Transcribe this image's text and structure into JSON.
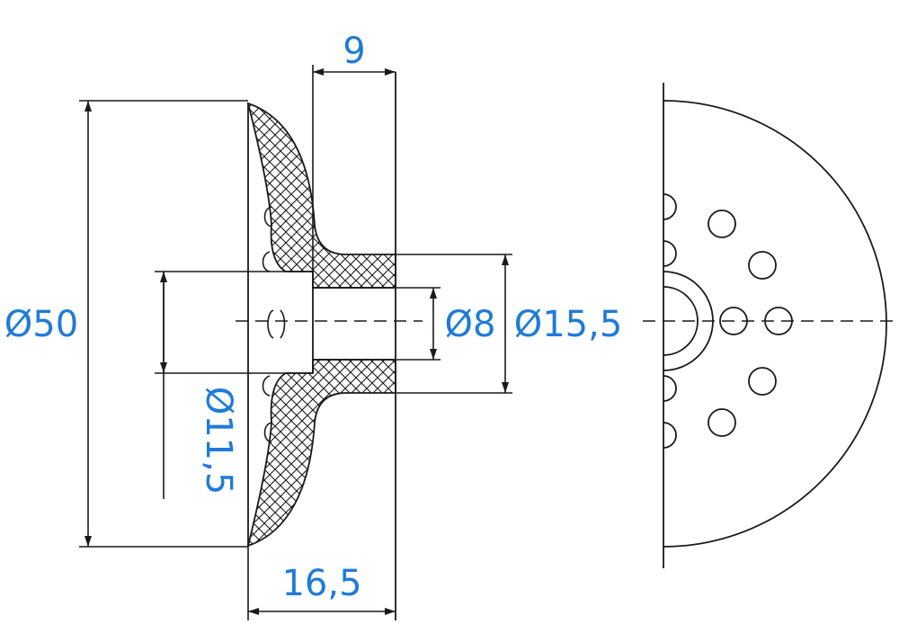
{
  "colors": {
    "dimension_text": "#1f7bd8",
    "line": "#1a1a1a",
    "background": "#ffffff"
  },
  "dimensions": {
    "top_width": "9",
    "bottom_width": "16,5",
    "outer_diameter": "Ø50",
    "bore_diameter": "Ø8",
    "hub_diameter": "Ø15,5",
    "recess_diameter": "Ø11,5"
  }
}
